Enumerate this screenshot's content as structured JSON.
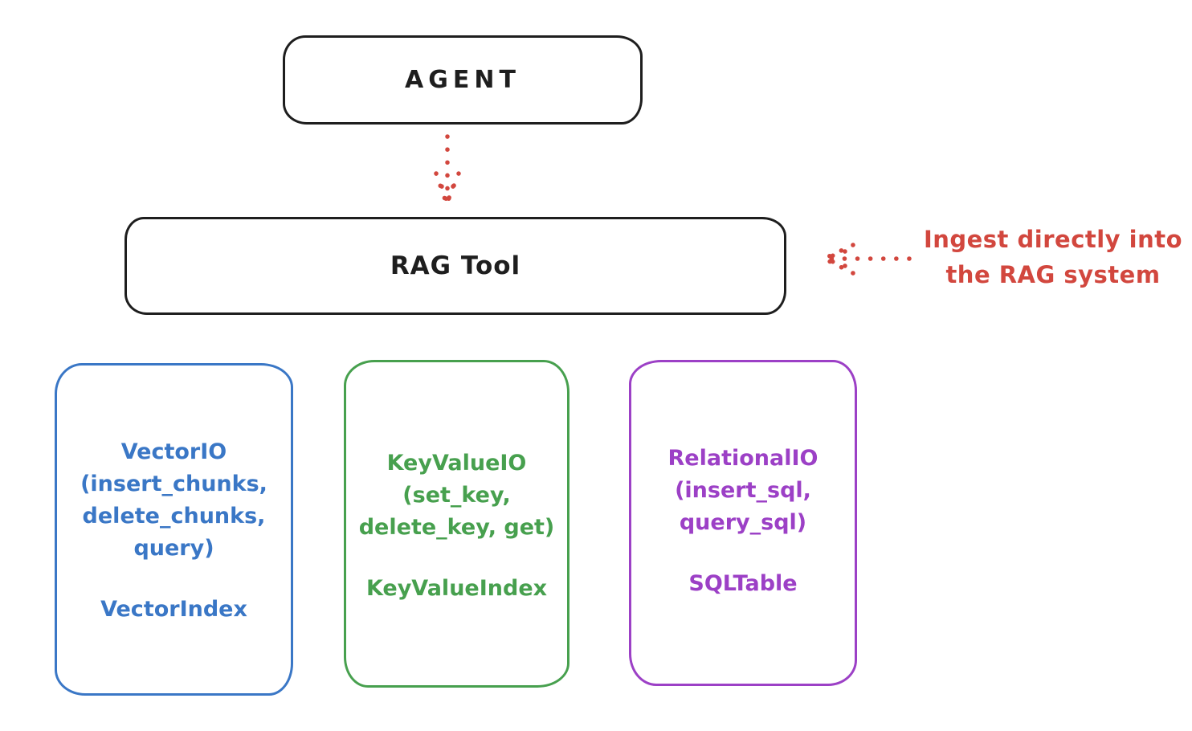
{
  "diagram": {
    "colors": {
      "stroke_black": "#1e1e1e",
      "annotation_red": "#d2473e",
      "vector_blue": "#3a77c6",
      "keyvalue_green": "#47a04e",
      "relational_purple": "#9c40c6",
      "background": "#ffffff"
    },
    "agent_box": {
      "label": "AGENT"
    },
    "rag_tool_box": {
      "label": "RAG Tool"
    },
    "annotation": {
      "line1": "Ingest directly into",
      "line2": "the RAG system"
    },
    "io_boxes": [
      {
        "id": "vector-io",
        "color": "#3a77c6",
        "lines": [
          "VectorIO",
          "(insert_chunks,",
          "delete_chunks,",
          "query)"
        ],
        "index_label": "VectorIndex"
      },
      {
        "id": "keyvalue-io",
        "color": "#47a04e",
        "lines": [
          "KeyValueIO",
          "(set_key,",
          "delete_key, get)"
        ],
        "index_label": "KeyValueIndex"
      },
      {
        "id": "relational-io",
        "color": "#9c40c6",
        "lines": [
          "RelationalIO",
          "(insert_sql,",
          "query_sql)"
        ],
        "index_label": "SQLTable"
      }
    ]
  }
}
